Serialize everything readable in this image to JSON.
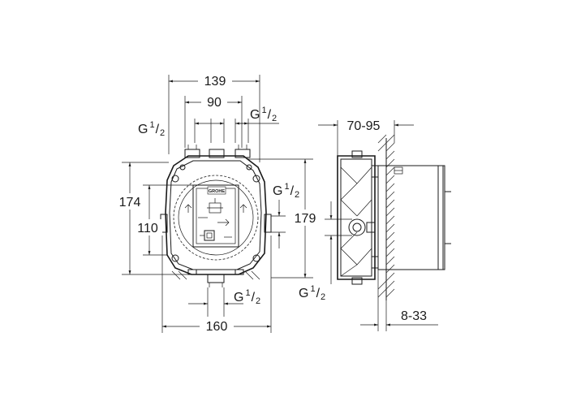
{
  "dimensions": {
    "width_139": "139",
    "width_90": "90",
    "width_160": "160",
    "height_174": "174",
    "height_110": "110",
    "height_179": "179",
    "depth_70_95": "70-95",
    "depth_8_33": "8-33"
  },
  "threads": {
    "base": "G",
    "fraction_num": "1",
    "fraction_den": "2"
  },
  "logo_text": "GROHE",
  "icon_names": [
    "flow-arrow-icon",
    "drain-fitting-icon",
    "shower-symbol-icon"
  ]
}
